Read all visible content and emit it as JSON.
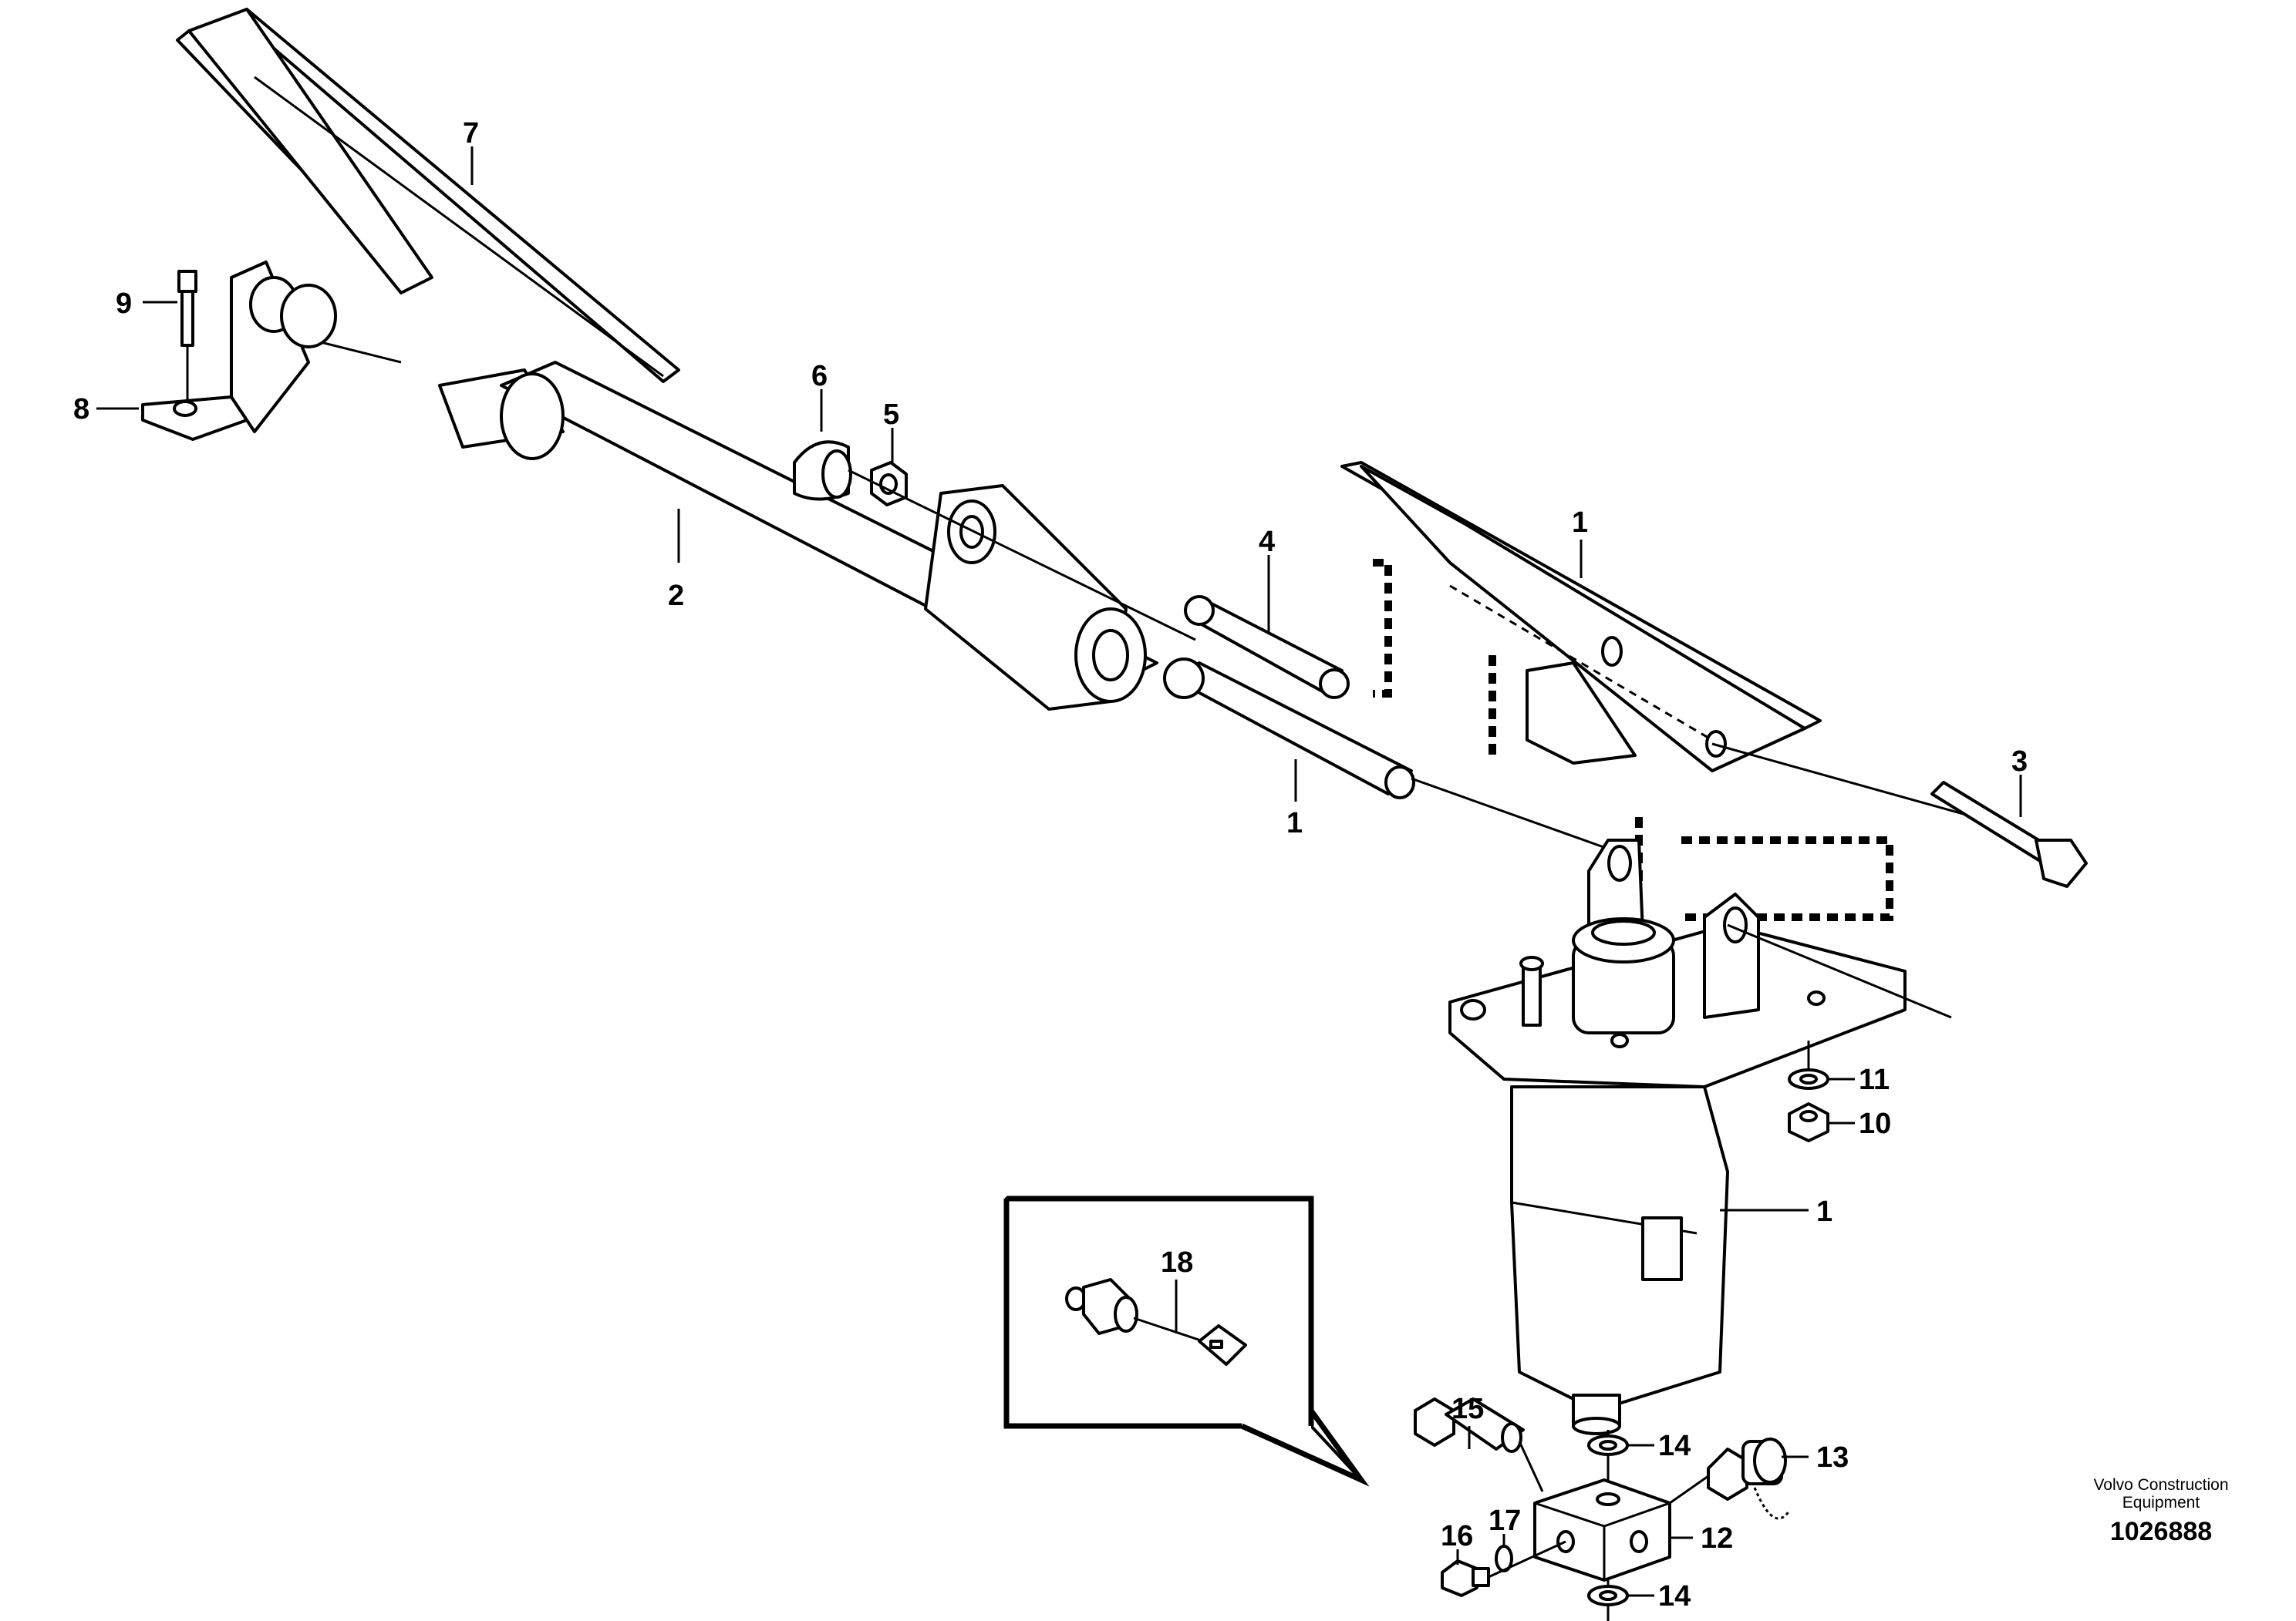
{
  "labels": {
    "l1": "1",
    "l2": "2",
    "l3": "3",
    "l4": "4",
    "l5": "5",
    "l6": "6",
    "l7": "7",
    "l8": "8",
    "l9": "9",
    "l10": "10",
    "l11": "11",
    "l12": "12",
    "l13": "13",
    "l14": "14",
    "l15": "15",
    "l16": "16",
    "l17": "17",
    "l18": "18"
  },
  "footer": {
    "brand_line1": "Volvo Construction",
    "brand_line2": "Equipment",
    "doc_number": "1026888"
  }
}
